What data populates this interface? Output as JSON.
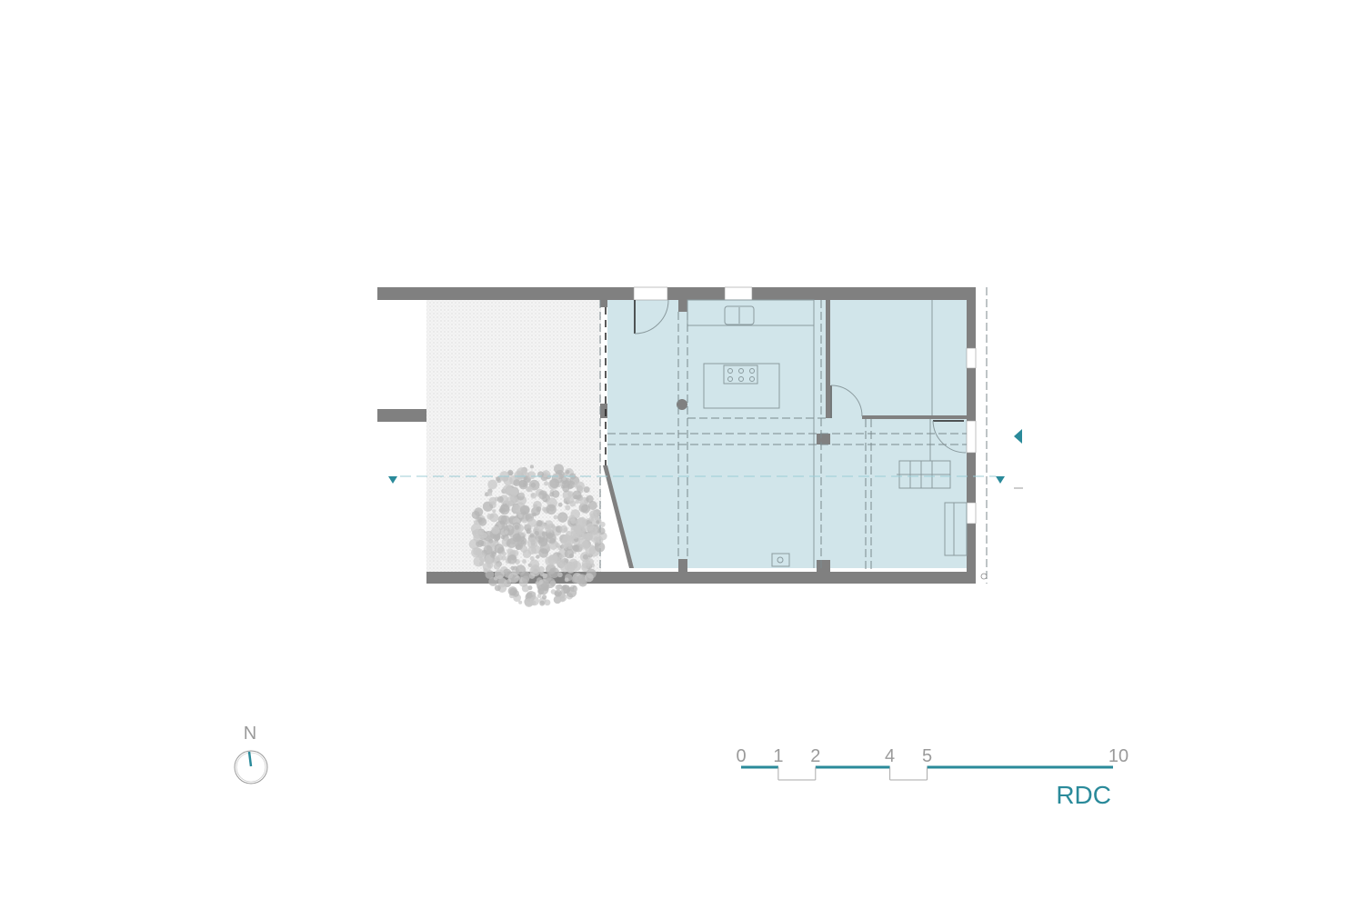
{
  "plan": {
    "level_label": "RDC",
    "north_label": "N",
    "scale_labels": [
      "0",
      "1",
      "2",
      "4",
      "5",
      "10"
    ],
    "scale_values": [
      0,
      1,
      2,
      4,
      5,
      10
    ]
  },
  "colors": {
    "accent": "#2a8a9a",
    "wall": "#808080",
    "floor": "#d1e5ea",
    "label": "#9a9a9a"
  }
}
